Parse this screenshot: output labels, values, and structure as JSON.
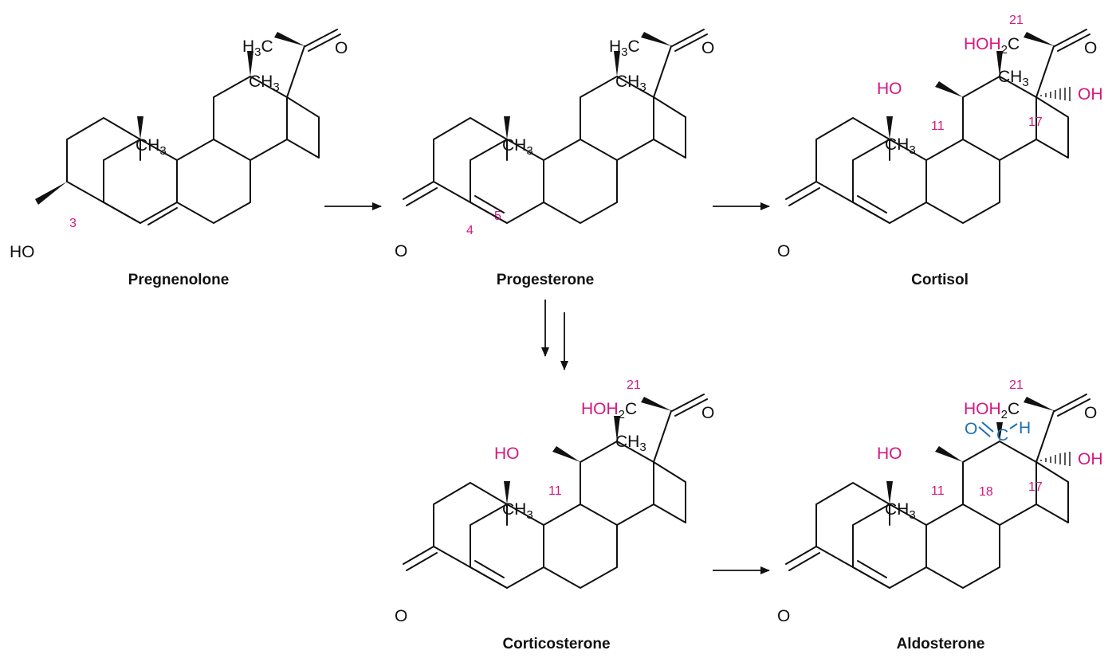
{
  "colors": {
    "bond": "#111111",
    "highlight": "#d6177f",
    "aldehyde": "#1f6fb2"
  },
  "molecules": {
    "pregnenolone": {
      "name": "Pregnenolone",
      "h3c": "H",
      "h3c_sub": "3",
      "h3c_c": "C",
      "o": "O",
      "ch3_top": "CH",
      "ch3_mid": "CH",
      "sub3": "3",
      "ho": "HO",
      "c3": "3"
    },
    "progesterone": {
      "name": "Progesterone",
      "h3c": "H",
      "h3c_sub": "3",
      "h3c_c": "C",
      "o": "O",
      "ch3_top": "CH",
      "ch3_mid": "CH",
      "sub3": "3",
      "ring_o": "O",
      "c4": "4",
      "c5": "5"
    },
    "cortisol": {
      "name": "Cortisol",
      "c21": "21",
      "hoh2c": "HOH",
      "h2": "2",
      "c": "C",
      "o": "O",
      "ho11": "HO",
      "oh17": "OH",
      "ch3_top": "CH",
      "ch3_mid": "CH",
      "sub3": "3",
      "c11": "11",
      "c17": "17",
      "ring_o": "O"
    },
    "corticosterone": {
      "name": "Corticosterone",
      "c21": "21",
      "hoh2c": "HOH",
      "h2": "2",
      "c": "C",
      "o": "O",
      "ho11": "HO",
      "ch3_top": "CH",
      "ch3_mid": "CH",
      "sub3": "3",
      "c11": "11",
      "ring_o": "O"
    },
    "aldosterone": {
      "name": "Aldosterone",
      "c21": "21",
      "hoh2c": "HOH",
      "h2": "2",
      "c": "C",
      "o": "O",
      "ald_o": "O",
      "ald_c": "C",
      "ald_h": "H",
      "ho11": "HO",
      "oh17": "OH",
      "ch3_mid": "CH",
      "sub3": "3",
      "c11": "11",
      "c18": "18",
      "c17": "17",
      "ring_o": "O"
    }
  }
}
